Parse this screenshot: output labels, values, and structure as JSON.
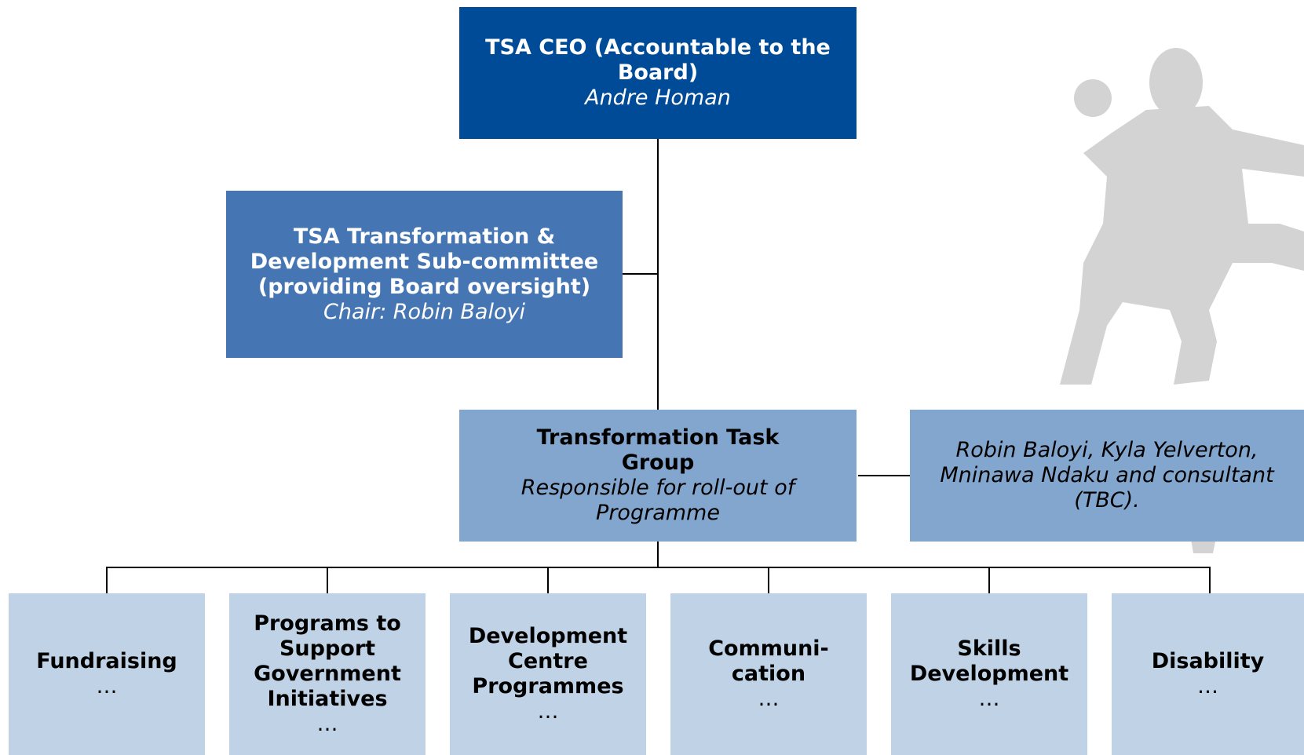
{
  "ceo": {
    "title": "TSA CEO (Accountable to the Board)",
    "name": "Andre Homan"
  },
  "subcommittee": {
    "title": "TSA Transformation & Development Sub-committee (providing Board oversight)",
    "chair": "Chair: Robin Baloyi"
  },
  "task_group": {
    "title": "Transformation Task Group",
    "description": "Responsible for roll-out of Programme"
  },
  "members": {
    "text": "Robin Baloyi, Kyla Yelverton, Mninawa Ndaku and consultant (TBC)."
  },
  "workstreams": [
    {
      "title": "Fundraising",
      "detail": "…"
    },
    {
      "title": "Programs to Support Government Initiatives",
      "detail": "…"
    },
    {
      "title": "Development Centre Programmes",
      "detail": "…"
    },
    {
      "title": "Communi-cation",
      "detail": "…"
    },
    {
      "title": "Skills Development",
      "detail": "…"
    },
    {
      "title": "Disability",
      "detail": "…"
    }
  ],
  "colors": {
    "level1": "#004b98",
    "level2": "#4576b3",
    "level3": "#82a6cd",
    "level4": "#bfd2e6",
    "silhouette": "#d0d0d0"
  }
}
